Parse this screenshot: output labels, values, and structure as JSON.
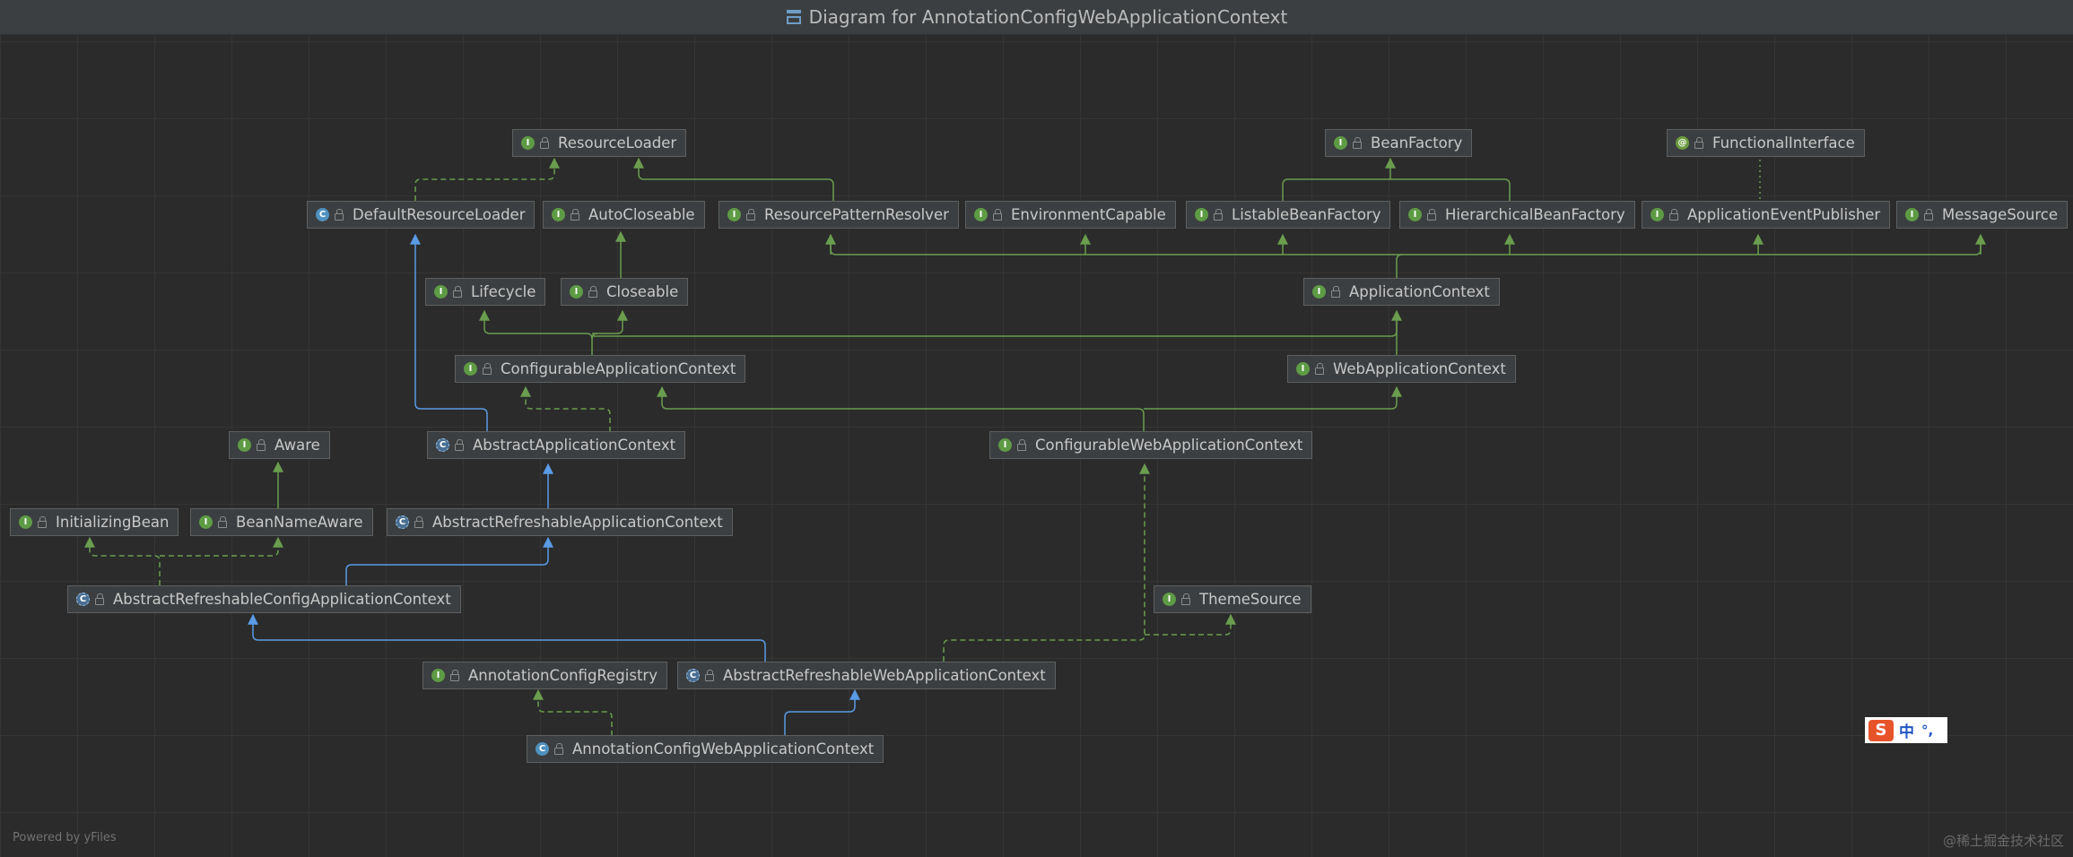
{
  "window": {
    "title": "Diagram for AnnotationConfigWebApplicationContext"
  },
  "colors": {
    "background": "#2b2b2b",
    "interface_edge": "#6a9d4e",
    "class_edge": "#5a9be6",
    "node_fill": "#3c3f41"
  },
  "footer": {
    "powered_by": "Powered by yFiles",
    "watermark": "@稀土掘金技术社区"
  },
  "ime": {
    "logo": "S",
    "mode": "中",
    "punct": "°,"
  },
  "nodes": {
    "resource_loader": {
      "label": "ResourceLoader",
      "kind": "interface",
      "badge": "I"
    },
    "bean_factory": {
      "label": "BeanFactory",
      "kind": "interface",
      "badge": "I"
    },
    "functional_interface": {
      "label": "FunctionalInterface",
      "kind": "annotation",
      "badge": "@"
    },
    "default_resource_loader": {
      "label": "DefaultResourceLoader",
      "kind": "class",
      "badge": "C"
    },
    "auto_closeable": {
      "label": "AutoCloseable",
      "kind": "interface",
      "badge": "I"
    },
    "resource_pattern_resolver": {
      "label": "ResourcePatternResolver",
      "kind": "interface",
      "badge": "I"
    },
    "environment_capable": {
      "label": "EnvironmentCapable",
      "kind": "interface",
      "badge": "I"
    },
    "listable_bean_factory": {
      "label": "ListableBeanFactory",
      "kind": "interface",
      "badge": "I"
    },
    "hierarchical_bean_factory": {
      "label": "HierarchicalBeanFactory",
      "kind": "interface",
      "badge": "I"
    },
    "application_event_publisher": {
      "label": "ApplicationEventPublisher",
      "kind": "interface",
      "badge": "I"
    },
    "message_source": {
      "label": "MessageSource",
      "kind": "interface",
      "badge": "I"
    },
    "lifecycle": {
      "label": "Lifecycle",
      "kind": "interface",
      "badge": "I"
    },
    "closeable": {
      "label": "Closeable",
      "kind": "interface",
      "badge": "I"
    },
    "application_context": {
      "label": "ApplicationContext",
      "kind": "interface",
      "badge": "I"
    },
    "configurable_application_context": {
      "label": "ConfigurableApplicationContext",
      "kind": "interface",
      "badge": "I"
    },
    "web_application_context": {
      "label": "WebApplicationContext",
      "kind": "interface",
      "badge": "I"
    },
    "aware": {
      "label": "Aware",
      "kind": "interface",
      "badge": "I"
    },
    "abstract_application_context": {
      "label": "AbstractApplicationContext",
      "kind": "abstract-class",
      "badge": "C"
    },
    "configurable_web_application_context": {
      "label": "ConfigurableWebApplicationContext",
      "kind": "interface",
      "badge": "I"
    },
    "initializing_bean": {
      "label": "InitializingBean",
      "kind": "interface",
      "badge": "I"
    },
    "bean_name_aware": {
      "label": "BeanNameAware",
      "kind": "interface",
      "badge": "I"
    },
    "abstract_refreshable_application_context": {
      "label": "AbstractRefreshableApplicationContext",
      "kind": "abstract-class",
      "badge": "C"
    },
    "abstract_refreshable_config_application_context": {
      "label": "AbstractRefreshableConfigApplicationContext",
      "kind": "abstract-class",
      "badge": "C"
    },
    "theme_source": {
      "label": "ThemeSource",
      "kind": "interface",
      "badge": "I"
    },
    "annotation_config_registry": {
      "label": "AnnotationConfigRegistry",
      "kind": "interface",
      "badge": "I"
    },
    "abstract_refreshable_web_application_context": {
      "label": "AbstractRefreshableWebApplicationContext",
      "kind": "abstract-class",
      "badge": "C"
    },
    "annotation_config_web_application_context": {
      "label": "AnnotationConfigWebApplicationContext",
      "kind": "class",
      "badge": "C"
    }
  }
}
